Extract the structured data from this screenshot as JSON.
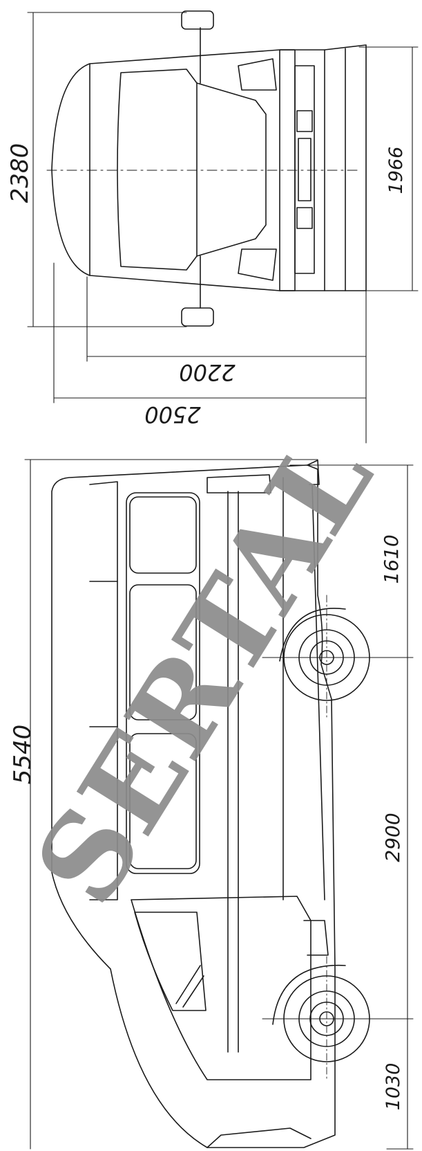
{
  "dimensions": {
    "overall_width_mirrors": "2380",
    "track_width": "1966",
    "body_width": "2200",
    "overall_width": "2500",
    "overall_length": "5540",
    "rear_overhang": "1610",
    "wheelbase": "2900",
    "front_overhang": "1030"
  },
  "watermark": "SERTAL",
  "colors": {
    "line": "#1a1a1a",
    "watermark": "#8c8c8c",
    "background": "#ffffff"
  }
}
